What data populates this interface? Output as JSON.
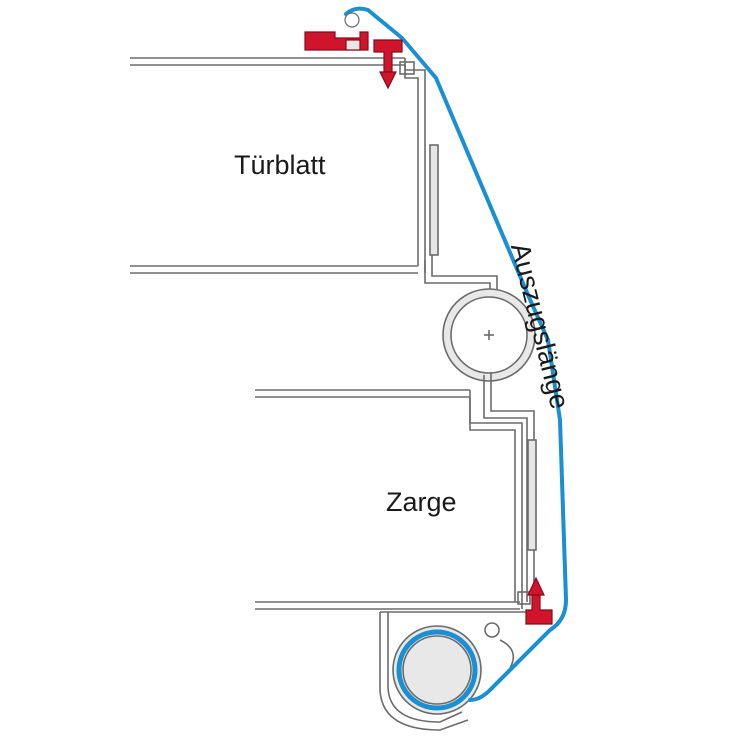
{
  "labels": {
    "door_leaf": "Türblatt",
    "frame": "Zarge",
    "pull_length": "Auszugslänge"
  },
  "colors": {
    "line": "#6b6b6b",
    "profile_fill": "#e6e6e6",
    "cable": "#1a8fd1",
    "clip": "#d0142c"
  },
  "icons": [
    "hinge-cross-mark",
    "cable-end-clip",
    "cable-reel"
  ]
}
